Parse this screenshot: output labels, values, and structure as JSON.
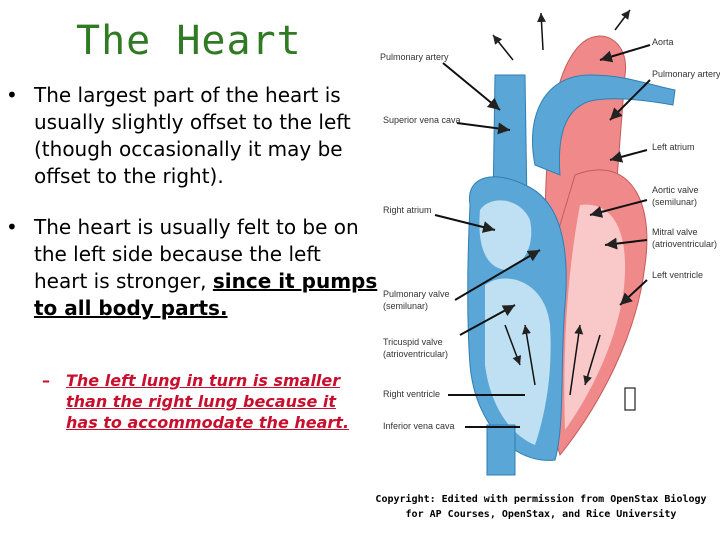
{
  "slide": {
    "title": "The Heart",
    "bullets": [
      {
        "marker": "•",
        "text": "The largest part of the heart is usually slightly offset to the left (though occasionally it may be offset to the right)."
      },
      {
        "marker": "•",
        "text_pre": "The heart is usually felt to be on the left side because the left heart is stronger, ",
        "text_emph": "since it pumps to all body parts."
      }
    ],
    "sub_bullet": {
      "marker": "–",
      "text": "The left lung in turn is smaller than the right lung because it has to accommodate the heart."
    },
    "copyright": "Copyright: Edited with permission from OpenStax Biology for AP Courses, OpenStax, and Rice University"
  },
  "diagram": {
    "labels_left": {
      "pulmonary_artery": "Pulmonary artery",
      "superior_vena_cava": "Superior vena cava",
      "right_atrium": "Right atrium",
      "pulmonary_valve": "Pulmonary valve",
      "pulmonary_valve_sub": "(semilunar)",
      "tricuspid_valve": "Tricuspid valve",
      "tricuspid_valve_sub": "(atrioventricular)",
      "right_ventricle": "Right ventricle",
      "inferior_vena_cava": "Inferior vena cava"
    },
    "labels_right": {
      "aorta": "Aorta",
      "pulmonary_artery": "Pulmonary artery",
      "left_atrium": "Left atrium",
      "aortic_valve": "Aortic valve",
      "aortic_valve_sub": "(semilunar)",
      "mitral_valve": "Mitral valve",
      "mitral_valve_sub": "(atrioventricular)",
      "left_ventricle": "Left ventricle"
    },
    "colors": {
      "oxygenated": "#f08a8a",
      "deoxygenated": "#5aa6d6",
      "light_blue": "#bfe0f2",
      "light_red": "#f9c9c9"
    }
  }
}
